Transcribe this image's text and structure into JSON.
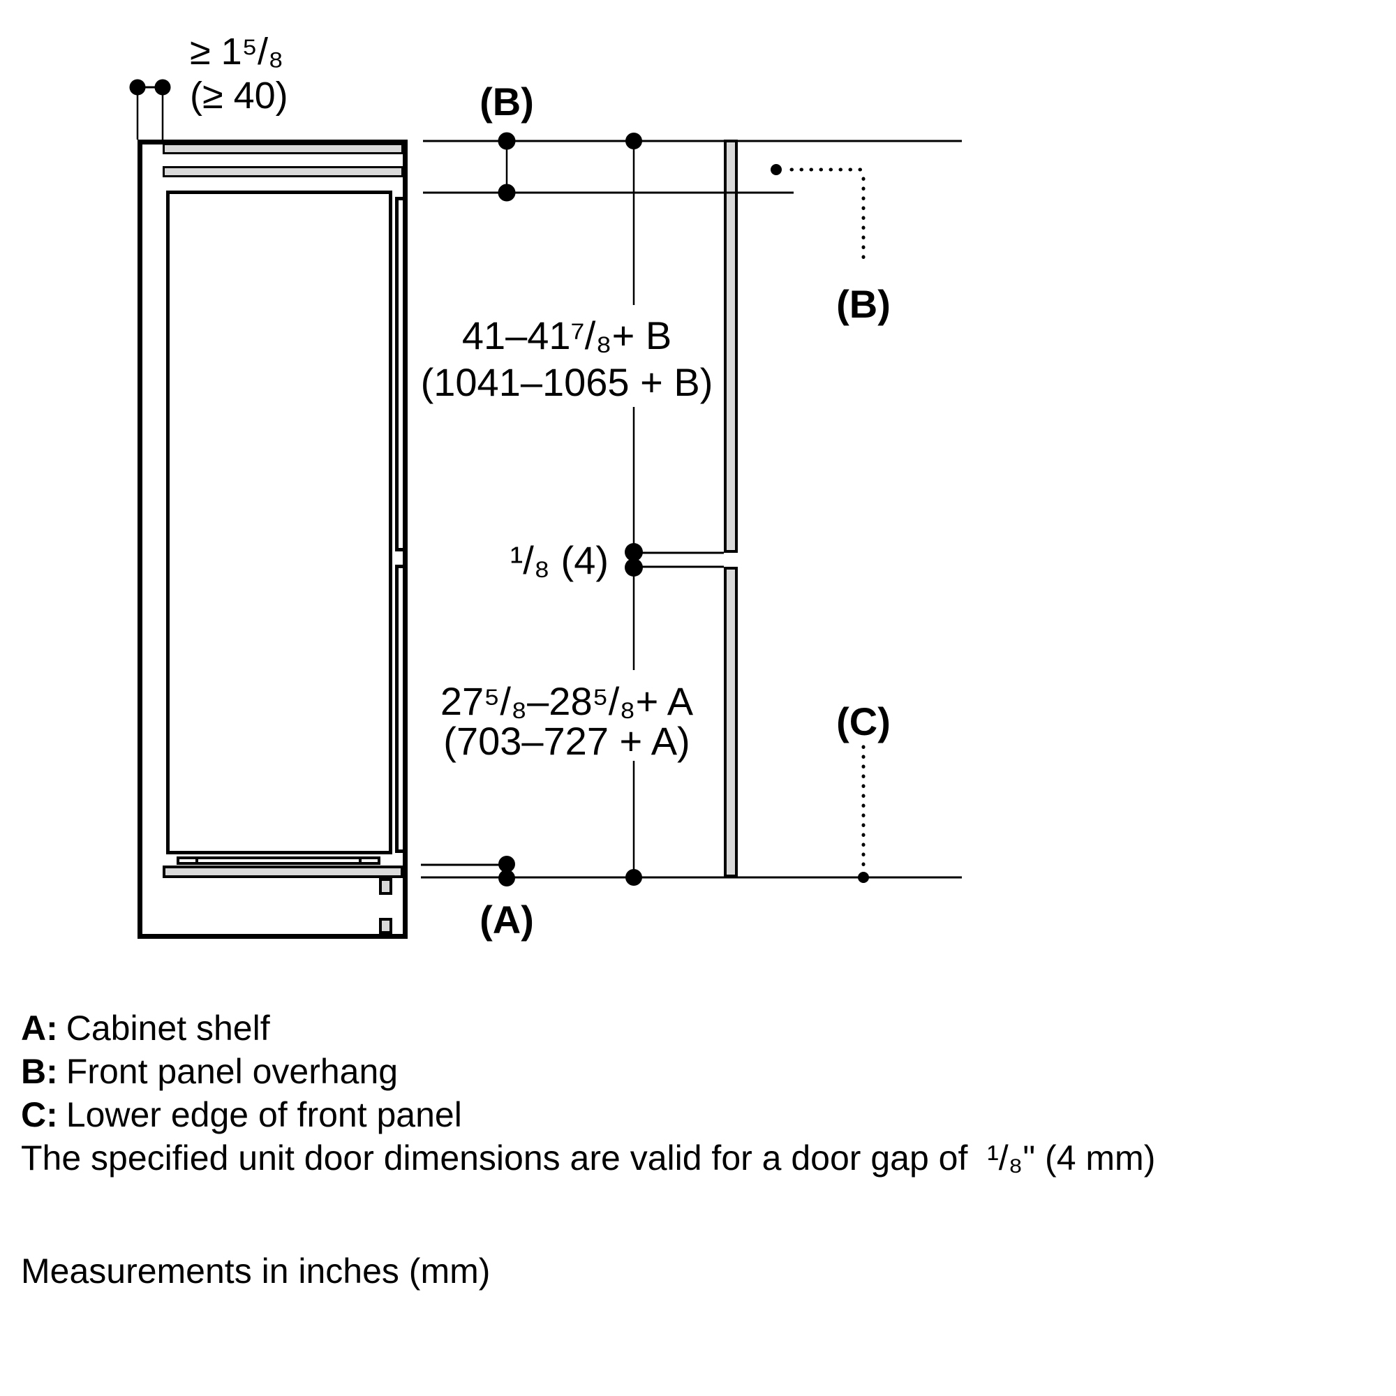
{
  "diagram": {
    "labels": {
      "top_clearance_in": "≥ 1⁵/₈",
      "top_clearance_mm": "(≥ 40)",
      "b_top": "(B)",
      "b_right": "(B)",
      "c_right": "(C)",
      "a_bottom": "(A)",
      "upper_dim_in": "41–41⁷/₈+ B",
      "upper_dim_mm": "(1041–1065 + B)",
      "door_gap": "¹/₈ (4)",
      "lower_dim_in": "27⁵/₈–28⁵/₈+ A",
      "lower_dim_mm": "(703–727 + A)"
    },
    "colors": {
      "line": "#000000",
      "panel_fill": "#d9d9d9",
      "background": "#ffffff"
    }
  },
  "legend": {
    "items": [
      {
        "key": "A:",
        "text": "Cabinet shelf"
      },
      {
        "key": "B:",
        "text": "Front panel overhang"
      },
      {
        "key": "C:",
        "text": "Lower edge of front panel"
      }
    ],
    "note": "The specified unit door dimensions are valid for a door gap of  ¹/₈\" (4 mm)"
  },
  "footer": "Measurements in inches (mm)"
}
